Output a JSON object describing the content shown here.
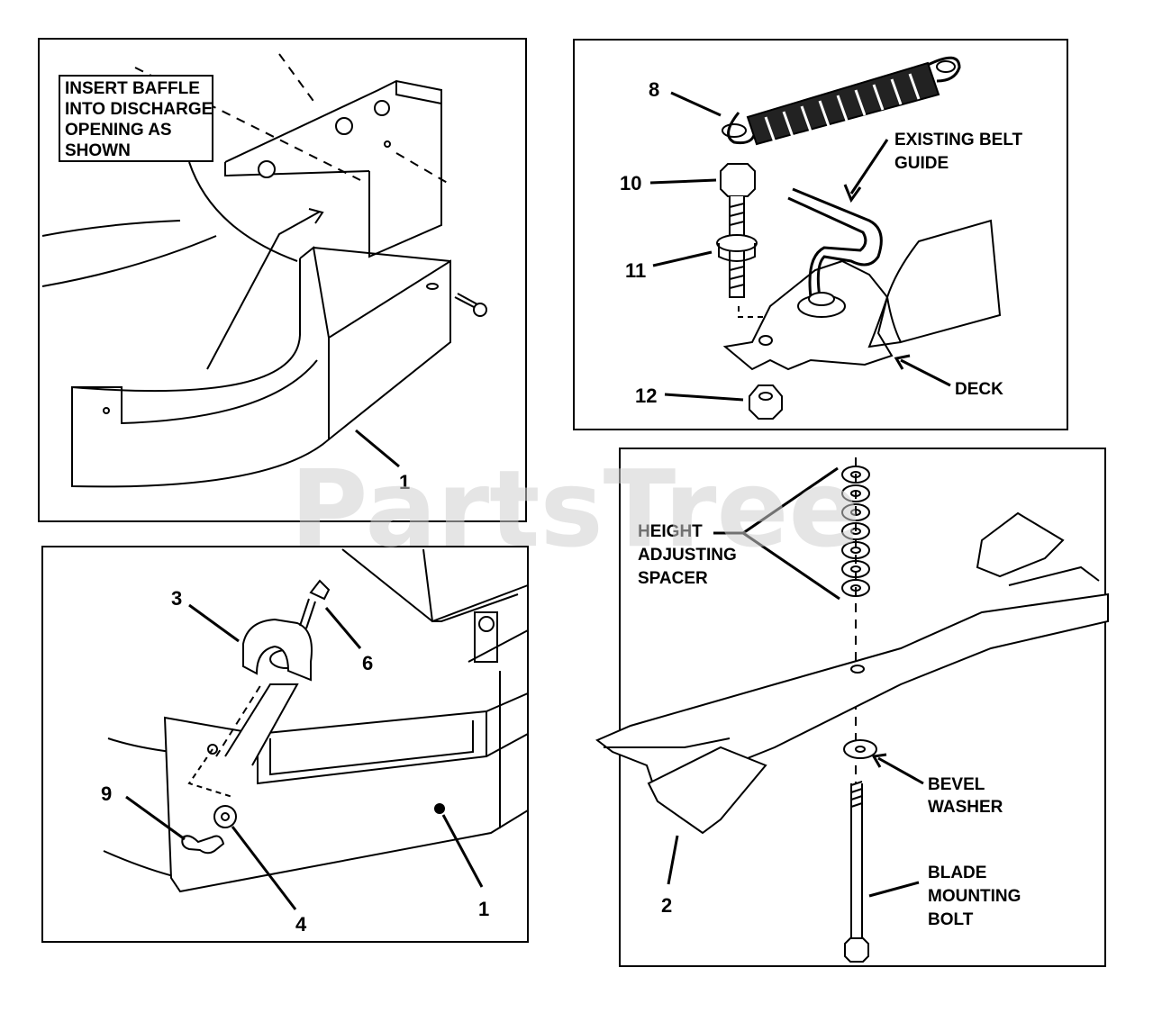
{
  "watermark": "PartsTree",
  "panels": {
    "baffle_insert": {
      "note_lines": [
        "INSERT BAFFLE",
        "INTO DISCHARGE",
        "OPENING AS",
        "SHOWN"
      ],
      "callouts": [
        "1"
      ]
    },
    "belt_guide": {
      "callouts": [
        "8",
        "10",
        "11",
        "12"
      ],
      "existing_belt_guide_lines": [
        "EXISTING BELT",
        "GUIDE"
      ],
      "deck_label": "DECK"
    },
    "baffle_mount": {
      "callouts": [
        "3",
        "6",
        "9",
        "4",
        "1"
      ]
    },
    "blade": {
      "height_spacer_lines": [
        "HEIGHT",
        "ADJUSTING",
        "SPACER"
      ],
      "bevel_washer_lines": [
        "BEVEL",
        "WASHER"
      ],
      "blade_bolt_lines": [
        "BLADE",
        "MOUNTING",
        "BOLT"
      ],
      "callouts": [
        "2"
      ]
    }
  }
}
